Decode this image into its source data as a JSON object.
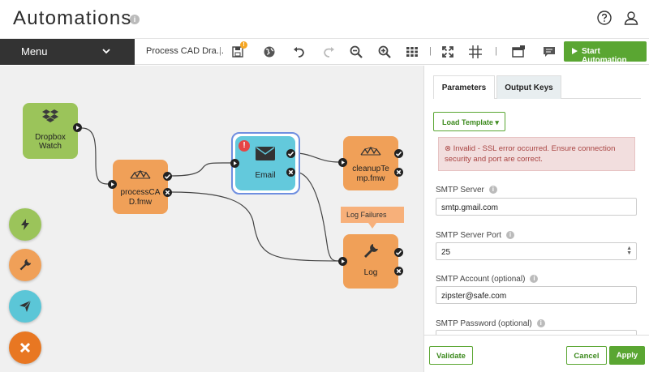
{
  "app": {
    "title": "Automations",
    "info_glyph": "i"
  },
  "toolbar": {
    "menu_label": "Menu",
    "doc_name": "Process CAD Dra...",
    "separator": "|",
    "warning_glyph": "!",
    "start_label": "Start Automation"
  },
  "nodes": {
    "dropbox": {
      "label_line1": "Dropbox",
      "label_line2": "Watch"
    },
    "process": {
      "label_line1": "processCA",
      "label_line2": "D.fmw"
    },
    "email": {
      "label": "Email",
      "error_glyph": "!"
    },
    "cleanup": {
      "label_line1": "cleanupTe",
      "label_line2": "mp.fmw"
    },
    "log": {
      "label": "Log"
    }
  },
  "tooltip": {
    "label": "Log Failures"
  },
  "panel": {
    "tabs": [
      {
        "label": "Parameters",
        "active": true
      },
      {
        "label": "Output Keys",
        "active": false
      }
    ],
    "load_template_label": "Load Template ▾",
    "alert_text": "⊗ Invalid - SSL error occurred. Ensure connection security and port are correct.",
    "fields": {
      "smtp_server": {
        "label": "SMTP Server",
        "value": "smtp.gmail.com"
      },
      "smtp_port": {
        "label": "SMTP Server Port",
        "value": "25"
      },
      "smtp_account": {
        "label": "SMTP Account (optional)",
        "value": "zipster@safe.com"
      },
      "smtp_password": {
        "label": "SMTP Password (optional)",
        "value": ""
      }
    },
    "validate_label": "Validate",
    "cancel_label": "Cancel",
    "apply_label": "Apply"
  },
  "colors": {
    "accent_green": "#5aa632",
    "node_green": "#9bc45a",
    "node_orange": "#f0a058",
    "node_blue": "#63c9dc",
    "fab_teal": "#5bc6d7",
    "fab_close": "#e87722",
    "alert_bg": "#f2dede",
    "alert_text": "#a94442"
  },
  "icons": {
    "info": "info-icon",
    "help": "help-circle-icon",
    "user": "user-icon",
    "save": "save-icon",
    "globe": "globe-icon",
    "undo": "undo-icon",
    "redo": "redo-icon",
    "zoom_out": "zoom-out-icon",
    "zoom_in": "zoom-in-icon",
    "grid": "grid-icon",
    "fit": "fit-screen-icon",
    "snap": "snap-grid-icon",
    "export": "export-icon",
    "comment": "comment-icon",
    "play": "play-icon"
  }
}
